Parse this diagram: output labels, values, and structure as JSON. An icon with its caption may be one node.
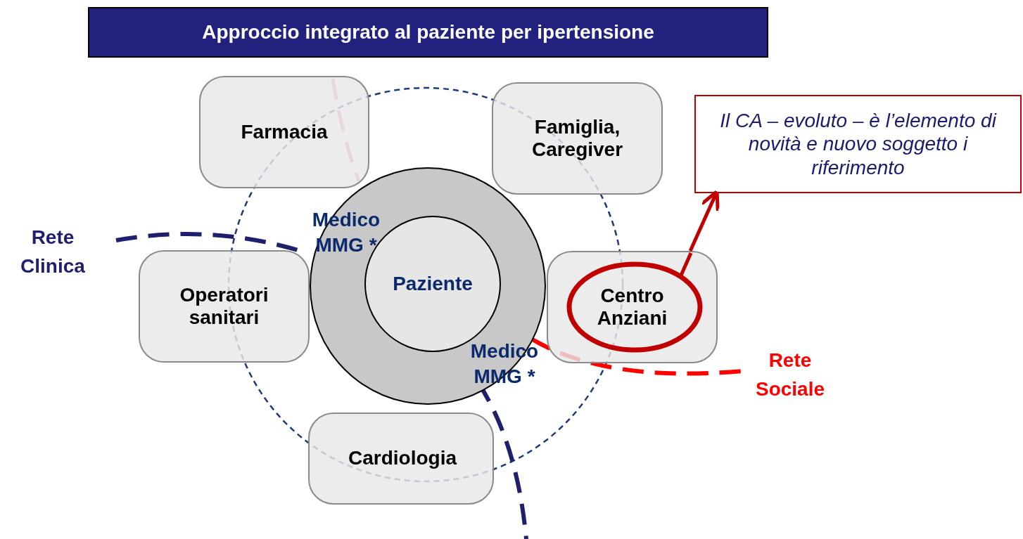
{
  "diagram": {
    "title": "Approccio integrato al paziente per ipertensione",
    "nodes": [
      {
        "text": [
          "Farmacia"
        ]
      },
      {
        "text": [
          "Famiglia, Caregiver"
        ]
      },
      {
        "text": [
          "Il CA – evoluto – è l’elemento di novità e nuovo soggetto i riferimento"
        ]
      },
      {
        "text": [
          "Medico MMG *",
          "Medico MMG *"
        ]
      },
      {
        "text": [
          "Paziente"
        ],
        "in": 3
      },
      {
        "text": [
          "Operatori sanitari"
        ]
      },
      {
        "text": [
          "Centro Anziani"
        ]
      },
      {
        "text": [
          "Cardiologia"
        ]
      }
    ],
    "edges": [
      {
        "from": 6,
        "to": 2,
        "arrow": "to",
        "color": "#c00000"
      }
    ],
    "labels": [
      "Rete Clinica",
      "Rete Sociale"
    ]
  }
}
